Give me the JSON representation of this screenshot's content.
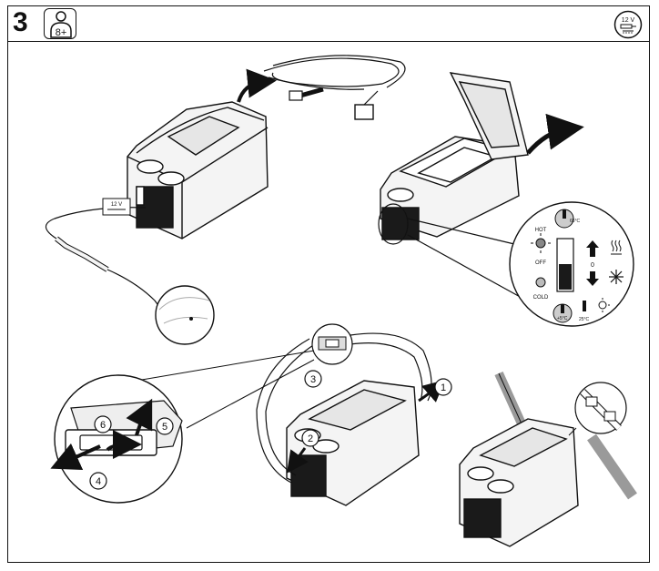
{
  "header": {
    "step_number": "3",
    "age_label": "8+",
    "voltage_badge": "12 V"
  },
  "car_socket_label": "12 V",
  "control_panel": {
    "hot_label": "HOT",
    "off_label": "OFF",
    "cold_label": "COLD",
    "switch_zero": "0",
    "hot_temp": "65°C",
    "cold_temp": "+5°C",
    "ambient_temp": "25°C"
  },
  "strap_steps": [
    "1",
    "2",
    "3",
    "4",
    "5",
    "6"
  ],
  "colors": {
    "line": "#111111",
    "fill_light": "#f4f4f4",
    "fill_dark": "#1a1a1a",
    "strap": "#9a9a9a"
  }
}
